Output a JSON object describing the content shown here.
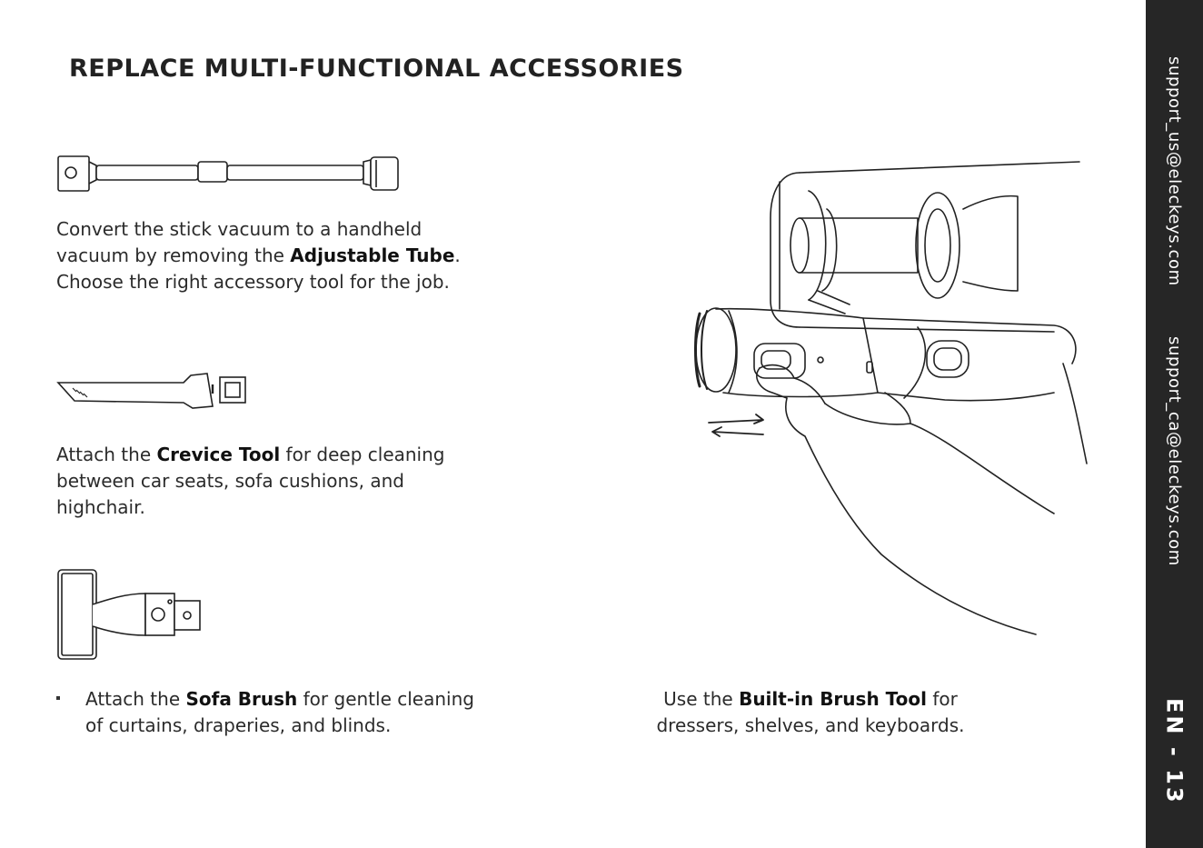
{
  "page": {
    "title": "REPLACE MULTI-FUNCTIONAL ACCESSORIES",
    "page_number": "EN - 13"
  },
  "sidebar": {
    "email_us": "support_us@eleckeys.com",
    "email_ca": "support_ca@eleckeys.com"
  },
  "sections": {
    "adjustable_tube": {
      "line1": "Convert the stick vacuum to a handheld",
      "line2_pre": "vacuum by removing the ",
      "line2_bold": "Adjustable Tube",
      "line2_post": ".",
      "line3": "Choose the right accessory tool for the job."
    },
    "crevice_tool": {
      "line1_pre": "Attach the ",
      "line1_bold": "Crevice Tool",
      "line1_post": " for deep cleaning",
      "line2": "between car seats, sofa cushions, and",
      "line3": "highchair."
    },
    "sofa_brush": {
      "line1_pre": "Attach the ",
      "line1_bold": "Sofa Brush",
      "line1_post": " for gentle cleaning",
      "line2": "of curtains, draperies, and blinds."
    },
    "builtin_brush": {
      "line1_pre": "Use the ",
      "line1_bold": "Built-in Brush Tool",
      "line1_post": " for",
      "line2": "dressers, shelves, and keyboards."
    }
  }
}
